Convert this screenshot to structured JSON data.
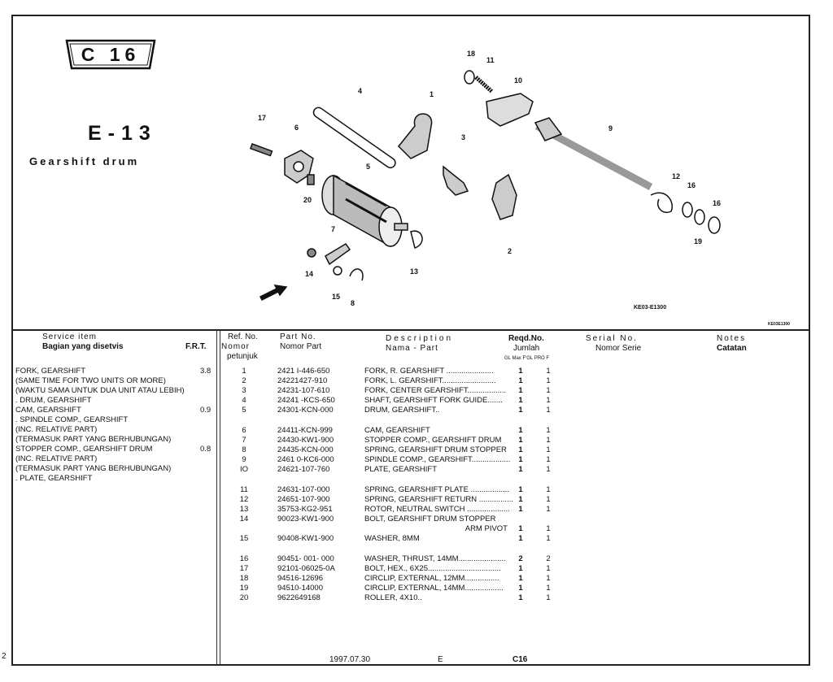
{
  "page_number": "2",
  "badge": "C 16",
  "section_code": "E-13",
  "section_title": "Gearshift drum",
  "diagram_code": "KE03-E1300",
  "diagram_code_small": "KE03E1300",
  "callouts": [
    "18",
    "11",
    "10",
    "4",
    "1",
    "17",
    "6",
    "9",
    "3",
    "5",
    "12",
    "16",
    "20",
    "7",
    "14",
    "13",
    "15",
    "8",
    "2",
    "19",
    "16"
  ],
  "headers": {
    "service_item": "Service    item",
    "service_item_id": "Bagian yang disetvis",
    "frt": "F.R.T.",
    "ref_no": "Ref. No.",
    "ref_no_id1": "Nomor",
    "ref_no_id2": "petunjuk",
    "part_no": "Part No.",
    "part_no_id": "Nomor Part",
    "description": "Description",
    "description_id": "Nama - Part",
    "reqd_no": "Reqd.No.",
    "reqd_no_id": "Jumlah",
    "reqd_sub": "GL Max F'GL PRO F",
    "serial_no": "Serial No.",
    "serial_no_id": "Nomor Serie",
    "notes": "Notes",
    "notes_id": "Catatan"
  },
  "service_lines": [
    {
      "text": "FORK, GEARSHIFT",
      "frt": "3.8"
    },
    {
      "text": "(SAME TIME FOR TWO UNITS OR MORE)",
      "frt": ""
    },
    {
      "text": "(WAKTU SAMA UNTUK DUA UNIT ATAU LEBIH)",
      "frt": ""
    },
    {
      "text": ". DRUM, GEARSHIFT",
      "frt": ""
    },
    {
      "text": "CAM, GEARSHIFT",
      "frt": "0.9"
    },
    {
      "text": ". SPINDLE COMP., GEARSHIFT",
      "frt": ""
    },
    {
      "text": "(INC. RELATIVE PART)",
      "frt": ""
    },
    {
      "text": "(TERMASUK PART YANG BERHUBUNGAN)",
      "frt": ""
    },
    {
      "text": "STOPPER COMP., GEARSHIFT DRUM",
      "frt": "0.8"
    },
    {
      "text": "(INC. RELATIVE PART)",
      "frt": ""
    },
    {
      "text": "(TERMASUK PART YANG BERHUBUNGAN)",
      "frt": ""
    },
    {
      "text": ". PLATE, GEARSHIFT",
      "frt": ""
    }
  ],
  "parts": [
    {
      "ref": "1",
      "part": "2421 I-446-650",
      "desc": "FORK, R. GEARSHIFT ......................",
      "q1": "1",
      "q2": "1"
    },
    {
      "ref": "2",
      "part": "24221427-910",
      "desc": "FORK, L. GEARSHIFT.........................",
      "q1": "1",
      "q2": "1"
    },
    {
      "ref": "3",
      "part": "24231-107-610",
      "desc": "FORK, CENTER GEARSHIFT..................",
      "q1": "1",
      "q2": "1"
    },
    {
      "ref": "4",
      "part": "24241 -KCS-650",
      "desc": "SHAFT, GEARSHIFT FORK GUIDE.......",
      "q1": "1",
      "q2": "1"
    },
    {
      "ref": "5",
      "part": "24301-KCN-000",
      "desc": "DRUM, GEARSHIFT..",
      "q1": "1",
      "q2": "1"
    },
    {
      "ref": "6",
      "part": "24411-KCN-999",
      "desc": "CAM, GEARSHIFT",
      "q1": "1",
      "q2": "1"
    },
    {
      "ref": "7",
      "part": "24430-KW1-900",
      "desc": "STOPPER COMP., GEARSHIFT DRUM",
      "q1": "1",
      "q2": "1"
    },
    {
      "ref": "8",
      "part": "24435-KCN-000",
      "desc": "SPRING, GEARSHIFT DRUM STOPPER",
      "q1": "1",
      "q2": "1"
    },
    {
      "ref": "9",
      "part": "2461 0-KC6-000",
      "desc": "SPINDLE COMP., GEARSHIFT..................",
      "q1": "1",
      "q2": "1"
    },
    {
      "ref": "IO",
      "part": "24621-107-760",
      "desc": "PLATE, GEARSHIFT",
      "q1": "1",
      "q2": "1"
    },
    {
      "ref": "11",
      "part": "24631-107-000",
      "desc": "SPRING, GEARSHIFT PLATE ..................",
      "q1": "1",
      "q2": "1"
    },
    {
      "ref": "12",
      "part": "24651-107-900",
      "desc": "SPRING, GEARSHIFT RETURN ................",
      "q1": "1",
      "q2": "1"
    },
    {
      "ref": "13",
      "part": "35753-KG2-951",
      "desc": "ROTOR, NEUTRAL SWITCH ....................",
      "q1": "1",
      "q2": "1"
    },
    {
      "ref": "14",
      "part": "90023-KW1-900",
      "desc": "BOLT, GEARSHIFT DRUM STOPPER",
      "q1": "",
      "q2": ""
    },
    {
      "ref": "",
      "part": "",
      "desc": "ARM PIVOT",
      "q1": "1",
      "q2": "1"
    },
    {
      "ref": "15",
      "part": "90408-KW1-900",
      "desc": "WASHER, 8MM",
      "q1": "1",
      "q2": "1"
    },
    {
      "ref": "16",
      "part": "90451- 001- 000",
      "desc": "WASHER, THRUST, 14MM......................",
      "q1": "2",
      "q2": "2"
    },
    {
      "ref": "17",
      "part": "92101-06025-0A",
      "desc": "BOLT, HEX., 6X25..................................",
      "q1": "1",
      "q2": "1"
    },
    {
      "ref": "18",
      "part": "94516-12696",
      "desc": "CIRCLIP, EXTERNAL, 12MM................",
      "q1": "1",
      "q2": "1"
    },
    {
      "ref": "19",
      "part": "94510-14000",
      "desc": "CIRCLIP, EXTERNAL, 14MM..................",
      "q1": "1",
      "q2": "1"
    },
    {
      "ref": "20",
      "part": "9622649168",
      "desc": "ROLLER, 4X10..",
      "q1": "1",
      "q2": "1"
    }
  ],
  "footer": {
    "date": "1997.07.30",
    "lang": "E",
    "code": "C16"
  }
}
